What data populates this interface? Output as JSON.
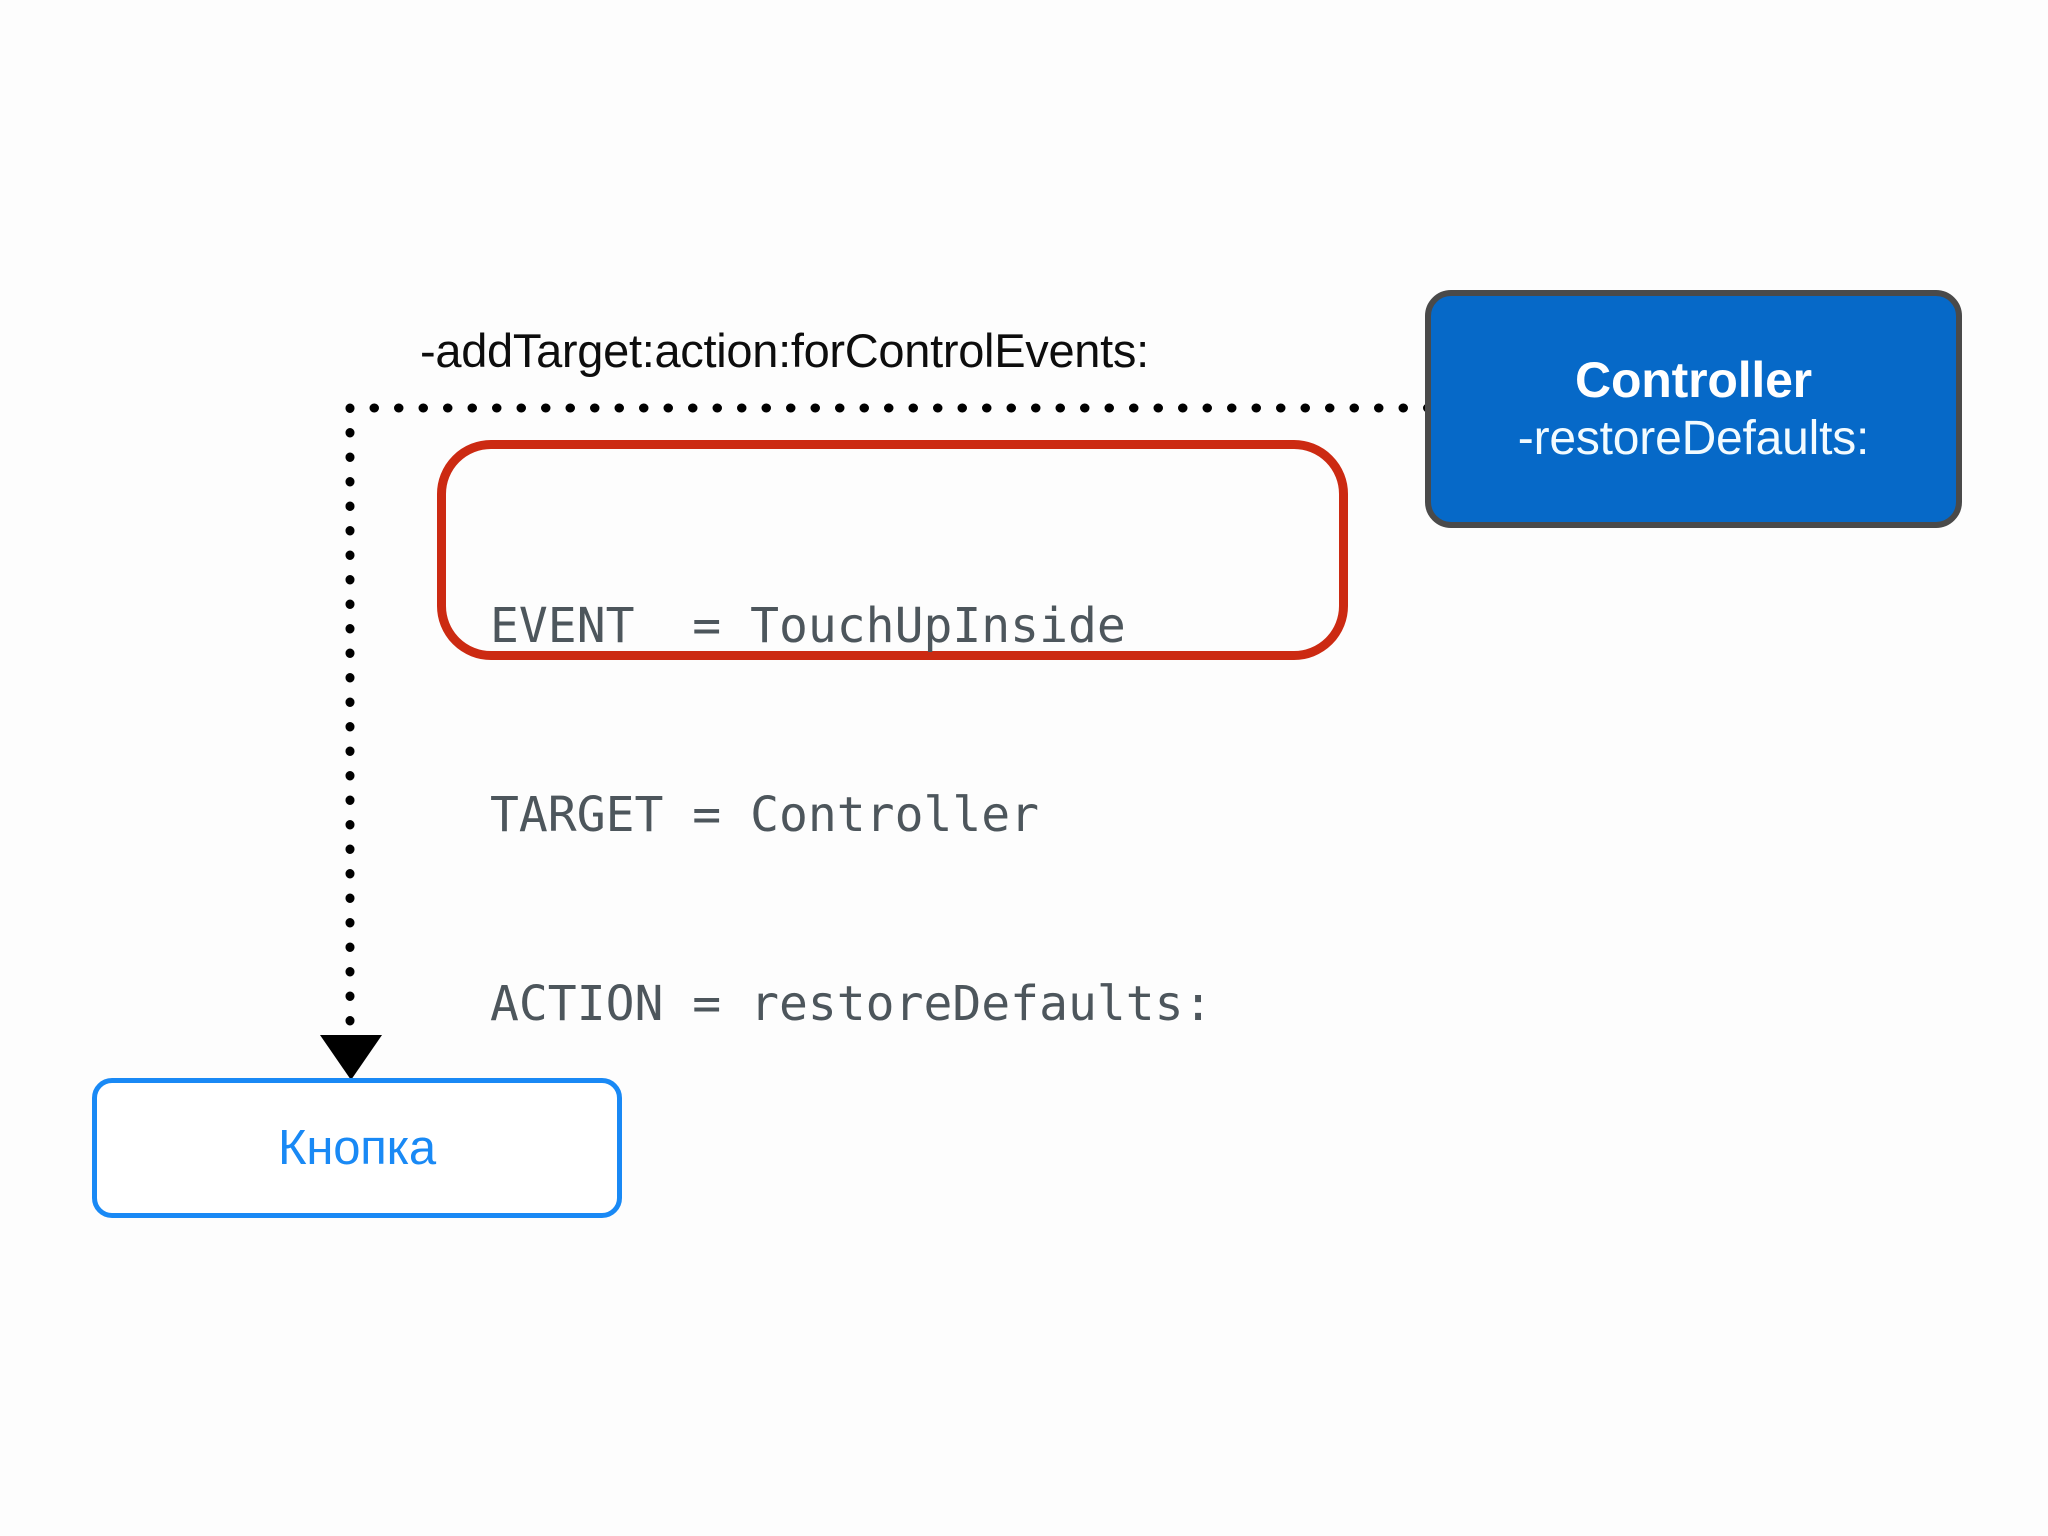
{
  "diagram": {
    "title": "UIControl addTarget action forControlEvents diagram",
    "background_color": "#fdfdfd"
  },
  "method_label": {
    "text": "-addTarget:action:forControlEvents:",
    "color": "#0d0d0d"
  },
  "connector": {
    "style": "dotted",
    "dot_color": "#000000",
    "arrowhead": "triangle-down",
    "from": "controller-box",
    "to": "button-node"
  },
  "code_box": {
    "border_color": "#cc2a12",
    "text_color": "#4d565c",
    "lines": [
      "EVENT  = TouchUpInside",
      "TARGET = Controller",
      "ACTION = restoreDefaults:"
    ],
    "entries": [
      {
        "key": "EVENT",
        "value": "TouchUpInside"
      },
      {
        "key": "TARGET",
        "value": "Controller"
      },
      {
        "key": "ACTION",
        "value": "restoreDefaults:"
      }
    ]
  },
  "controller_box": {
    "title": "Controller",
    "method": "-restoreDefaults:",
    "fill_color": "#0669c8",
    "border_color": "#4a4a4a",
    "text_color": "#ffffff"
  },
  "button_node": {
    "label": "Кнопка",
    "border_color": "#1989f5",
    "text_color": "#1989f5",
    "fill_color": "#ffffff"
  }
}
